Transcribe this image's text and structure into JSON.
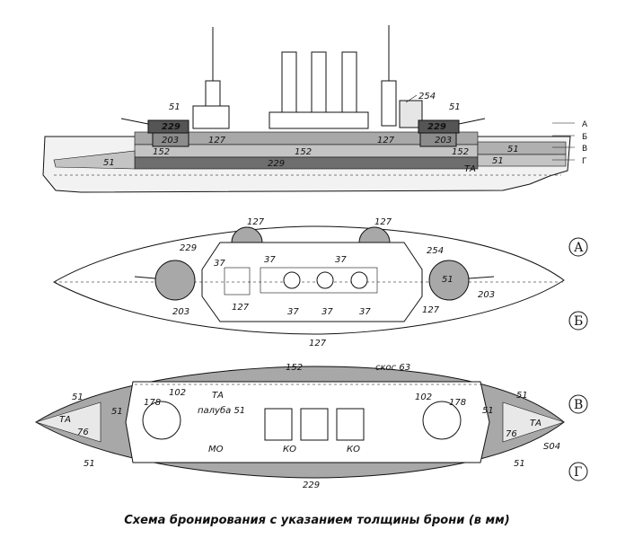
{
  "caption": "Схема бронирования с указанием толщины брони (в мм)",
  "colors": {
    "dark": "#6e6e6e",
    "medium": "#a8a8a8",
    "light": "#d8d8d8",
    "hull": "#f2f2f2",
    "line": "#111111"
  },
  "level_letters": {
    "a": "А",
    "b": "Б",
    "v": "В",
    "g": "Г"
  },
  "side_view": {
    "labels": {
      "turret_fore": "229",
      "turret_aft": "229",
      "barbette_fore": "203",
      "barbette_aft": "203",
      "casemate_fore": "127",
      "casemate_aft": "127",
      "upper_belt_fore": "152",
      "upper_belt_mid": "152",
      "upper_belt_aft": "152",
      "main_belt": "229",
      "bow_belt": "51",
      "stern_upper": "51",
      "stern_lower": "51",
      "turret_top_fore": "51",
      "turret_top_aft": "51",
      "conning_tower": "254",
      "ta": "ТА"
    },
    "refs": {
      "a": "А",
      "b": "Б",
      "v": "В",
      "g": "Г"
    }
  },
  "deck_b": {
    "labels": {
      "barbette_fore": "229",
      "barbette_aft": "51",
      "s203_fore": "203",
      "s203_aft": "203",
      "c127_top_l": "127",
      "c127_top_r": "127",
      "c127_bot_l": "127",
      "c127_bot_r": "127",
      "c127_bottom": "127",
      "s37_tl": "37",
      "s37_tc": "37",
      "s37_tr": "37",
      "s37_b1": "37",
      "s37_b2": "37",
      "s37_b3": "37",
      "conning": "254"
    }
  },
  "deck_v": {
    "labels": {
      "top152": "152",
      "skos": "скос 63",
      "bow_51_top": "51",
      "stern_51_top": "51",
      "bow_51_bot": "51",
      "stern_51_bot": "51",
      "bow_51_in": "51",
      "stern_51_in": "51",
      "bow_76": "76",
      "stern_76": "76",
      "bow_178": "178",
      "stern_178": "178",
      "bow_102": "102",
      "stern_102": "102",
      "ta_fwd": "ТА",
      "ta_mid": "ТА",
      "ta_aft": "ТА",
      "paluba": "палуба 51",
      "mo": "МО",
      "ko1": "КО",
      "ko2": "КО",
      "bottom229": "229",
      "mark": "S04"
    }
  }
}
